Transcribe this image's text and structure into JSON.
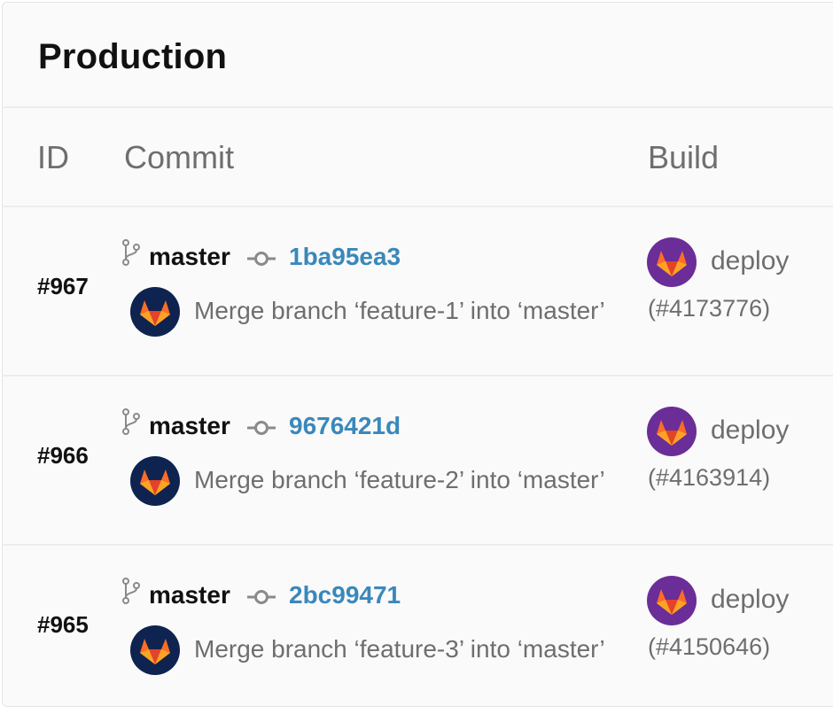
{
  "panel": {
    "title": "Production"
  },
  "columns": {
    "id": "ID",
    "commit": "Commit",
    "build": "Build"
  },
  "colors": {
    "sha_link": "#3a88bb",
    "avatar_commit_bg": "#0f2350",
    "avatar_build_bg": "#6b2d97"
  },
  "icons": {
    "branch": "git-branch-icon",
    "commit": "git-commit-icon",
    "avatar": "gitlab-tanuki-logo"
  },
  "deployments": [
    {
      "id": "#967",
      "branch": "master",
      "sha": "1ba95ea3",
      "message": "Merge branch ‘feature-1’ into ‘master’",
      "job": "deploy",
      "job_id": "(#4173776)"
    },
    {
      "id": "#966",
      "branch": "master",
      "sha": "9676421d",
      "message": "Merge branch ‘feature-2’ into ‘master’",
      "job": "deploy",
      "job_id": "(#4163914)"
    },
    {
      "id": "#965",
      "branch": "master",
      "sha": "2bc99471",
      "message": "Merge branch ‘feature-3’ into ‘master’",
      "job": "deploy",
      "job_id": "(#4150646)"
    }
  ]
}
